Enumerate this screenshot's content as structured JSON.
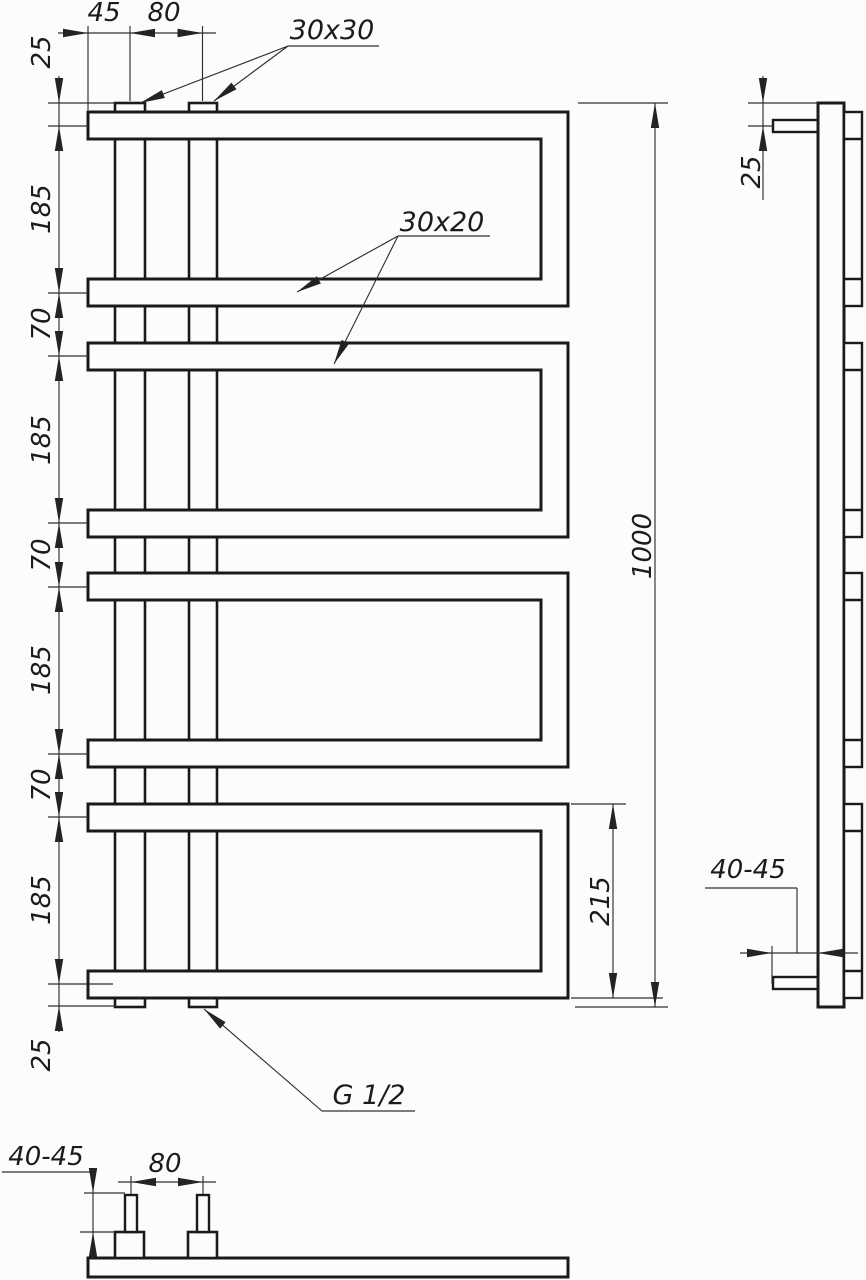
{
  "front_view": {
    "top_width_dims": {
      "collector_offset": "45",
      "pipe_spacing": "80"
    },
    "left_height_dims": [
      "25",
      "185",
      "70",
      "185",
      "70",
      "185",
      "70",
      "185",
      "25"
    ],
    "right_dims": {
      "total_height": "1000",
      "bottom_loop_height": "215"
    },
    "labels": {
      "collector_profile": "30x30",
      "rung_profile": "30x20",
      "thread": "G 1/2"
    }
  },
  "side_view": {
    "connector_offset": "25",
    "wall_clearance": "40-45"
  },
  "bottom_view": {
    "wall_clearance": "40-45",
    "pipe_spacing": "80"
  }
}
